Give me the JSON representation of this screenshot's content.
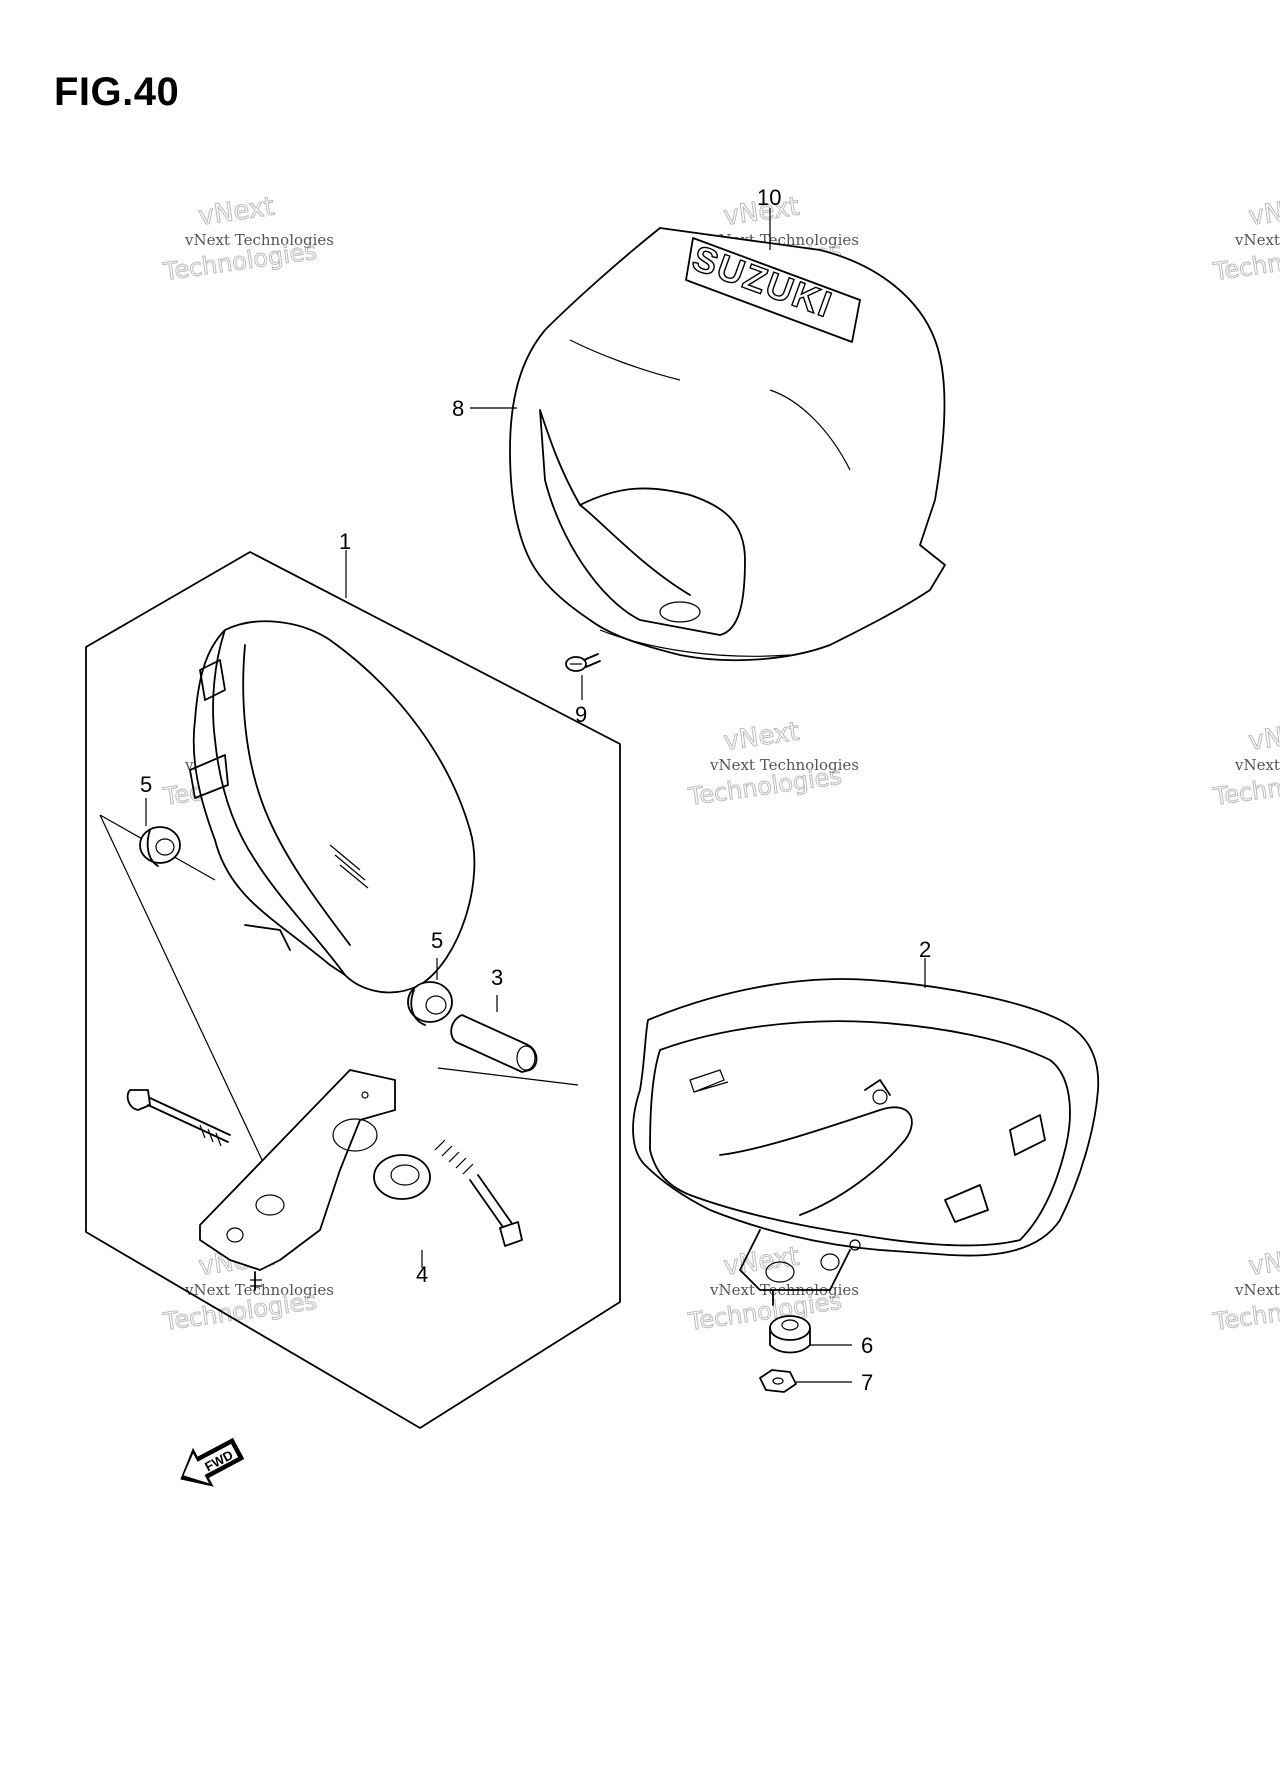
{
  "figure": {
    "title": "FIG.40"
  },
  "logo": {
    "text": "SUZUKI"
  },
  "fwd": {
    "text": "FWD"
  },
  "callouts": [
    {
      "id": "1",
      "label": "1"
    },
    {
      "id": "2",
      "label": "2"
    },
    {
      "id": "3",
      "label": "3"
    },
    {
      "id": "4",
      "label": "4"
    },
    {
      "id": "5a",
      "label": "5"
    },
    {
      "id": "5b",
      "label": "5"
    },
    {
      "id": "6",
      "label": "6"
    },
    {
      "id": "7",
      "label": "7"
    },
    {
      "id": "8",
      "label": "8"
    },
    {
      "id": "9",
      "label": "9"
    },
    {
      "id": "10",
      "label": "10"
    }
  ],
  "watermark": {
    "line1": "vNext Technologies",
    "line2": "vNext",
    "line3": "Technologies"
  }
}
